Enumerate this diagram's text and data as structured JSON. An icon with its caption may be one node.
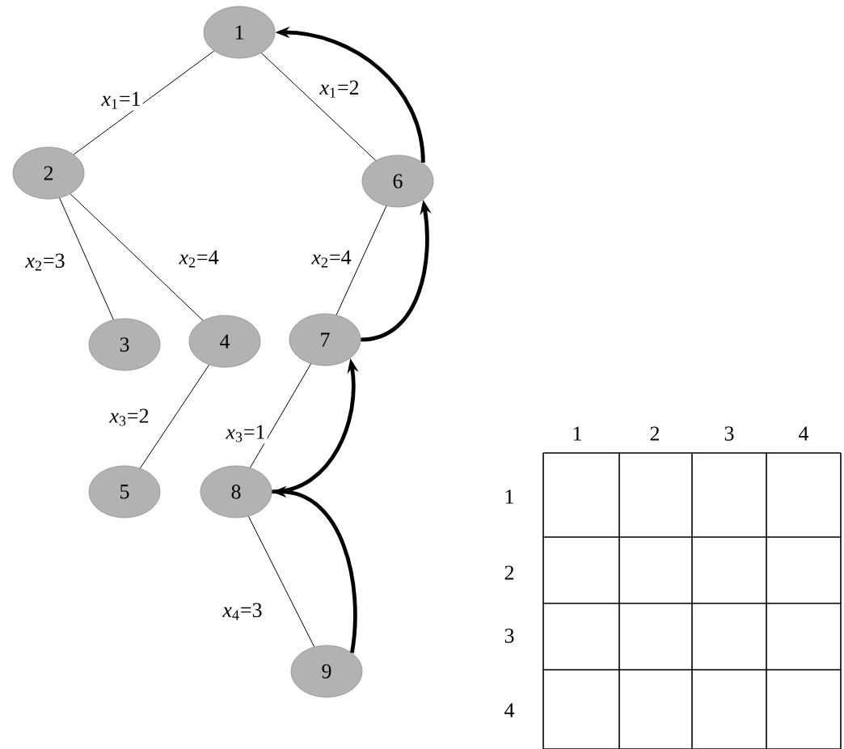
{
  "diagram": {
    "nodes": [
      {
        "text": [
          "1"
        ]
      },
      {
        "text": [
          "2"
        ]
      },
      {
        "text": [
          "3"
        ]
      },
      {
        "text": [
          "4"
        ]
      },
      {
        "text": [
          "5"
        ]
      },
      {
        "text": [
          "6"
        ]
      },
      {
        "text": [
          "7"
        ]
      },
      {
        "text": [
          "8"
        ]
      },
      {
        "text": [
          "9"
        ]
      }
    ],
    "edges": [
      {
        "from": 0,
        "to": 1,
        "arrow": "none",
        "label": "*x*$_{1}$=1"
      },
      {
        "from": 0,
        "to": 5,
        "arrow": "none",
        "label": "*x*$_{1}$=2"
      },
      {
        "from": 1,
        "to": 2,
        "arrow": "none",
        "label": "*x*$_{2}$=3"
      },
      {
        "from": 1,
        "to": 3,
        "arrow": "none",
        "label": "*x*$_{2}$=4"
      },
      {
        "from": 3,
        "to": 4,
        "arrow": "none",
        "label": "*x*$_{3}$=2"
      },
      {
        "from": 5,
        "to": 6,
        "arrow": "none",
        "label": "*x*$_{2}$=4"
      },
      {
        "from": 6,
        "to": 7,
        "arrow": "none",
        "label": "*x*$_{3}$=1"
      },
      {
        "from": 7,
        "to": 8,
        "arrow": "none",
        "label": "*x*$_{4}$=3"
      },
      {
        "from": 8,
        "to": 7,
        "arrow": "to",
        "style": "thick"
      },
      {
        "from": 7,
        "to": 6,
        "arrow": "to",
        "style": "thick"
      },
      {
        "from": 6,
        "to": 5,
        "arrow": "to",
        "style": "thick"
      },
      {
        "from": 5,
        "to": 0,
        "arrow": "to",
        "style": "thick"
      }
    ],
    "labels": [
      "1",
      "2",
      "3",
      "4",
      "1",
      "2",
      "3",
      "4"
    ]
  }
}
